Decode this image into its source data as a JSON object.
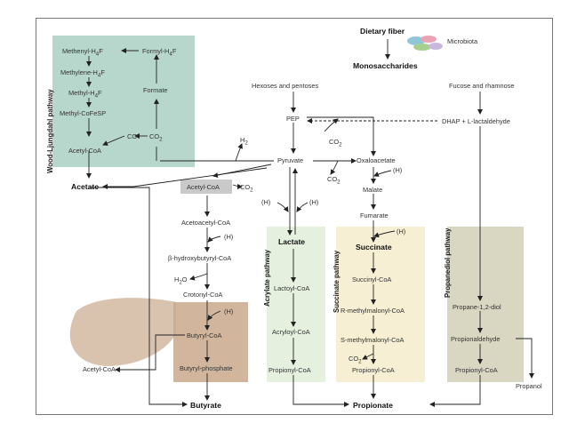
{
  "colors": {
    "wood": "#b7d7cc",
    "acetyl_box": "#c9c9c9",
    "brown": "#c9a98c",
    "acrylate": "#e5f0df",
    "succinate": "#f6efd4",
    "propanediol": "#d9d6c1",
    "arrow": "#222222"
  },
  "pathways": {
    "wood": "Wood-Ljungdahl pathway",
    "acrylate": "Acrylate pathway",
    "succinate": "Succinate pathway",
    "propanediol": "Propanediol pathway"
  },
  "top": {
    "dietary_fiber": "Dietary fiber",
    "microbiota": "Microbiota",
    "monosaccharides": "Monosaccharides",
    "hexoses": "Hexoses and pentoses",
    "fucose": "Fucose and rhamnose",
    "dhap": "DHAP + L-lactaldehyde",
    "pep": "PEP",
    "pyruvate": "Pyruvate",
    "h2": "H",
    "h2_sub": "2"
  },
  "wood": {
    "methenyl": "Methenyl-H",
    "methenyl_sub": "4",
    "methenyl_end": "F",
    "formyl": "Formyl-H",
    "formyl_sub": "4",
    "formyl_end": "F",
    "methylene": "Methylene-H",
    "methylene_sub": "4",
    "methylene_end": "F",
    "methyl": "Methyl-H",
    "methyl_sub": "4",
    "methyl_end": "F",
    "methyl_cofesp": "Methyl-CoFeSP",
    "formate": "Formate",
    "co": "CO",
    "co2": "CO",
    "co2_sub": "2",
    "acetyl_coa": "Acetyl-CoA"
  },
  "butyrate": {
    "acetate": "Acetate",
    "acetyl_coa": "Acetyl-CoA",
    "co2": "CO",
    "co2_sub": "2",
    "acetoacetyl": "Acetoacetyl-CoA",
    "h1": "(H)",
    "hydroxybutyryl": "β-hydroxybutyryl-CoA",
    "h2o": "H",
    "h2o_sub": "2",
    "h2o_end": "O",
    "crotonyl": "Crotonyl-CoA",
    "h2": "(H)",
    "butyryl": "Butyryl-CoA",
    "butyryl_phosphate": "Butyryl-phosphate",
    "acetyl_coa_left": "Acetyl-CoA",
    "butyrate": "Butyrate"
  },
  "acrylate": {
    "h_left": "(H)",
    "h_right": "(H)",
    "lactate": "Lactate",
    "lactoyl": "Lactoyl-CoA",
    "acryloyl": "Acryloyl-CoA",
    "propionyl": "Propionyl-CoA"
  },
  "succinate": {
    "co2_in": "CO",
    "co2_in_sub": "2",
    "co2_out": "CO",
    "co2_out_sub": "2",
    "oxaloacetate": "Oxaloacetate",
    "h1": "(H)",
    "malate": "Malate",
    "fumarate": "Fumarate",
    "h2": "(H)",
    "succinate": "Succinate",
    "succinyl": "Succinyl-CoA",
    "r_methyl": "R-methylmalonyl-CoA",
    "s_methyl": "S-methylmalonyl-CoA",
    "co2_last": "CO",
    "co2_last_sub": "2",
    "propionyl": "Propionyl-CoA"
  },
  "propanediol": {
    "diol": "Propane-1,2-diol",
    "propionaldehyde": "Propionaldehyde",
    "propionyl": "Propionyl-CoA",
    "propanol": "Propanol"
  },
  "bottom": {
    "propionate": "Propionate"
  }
}
